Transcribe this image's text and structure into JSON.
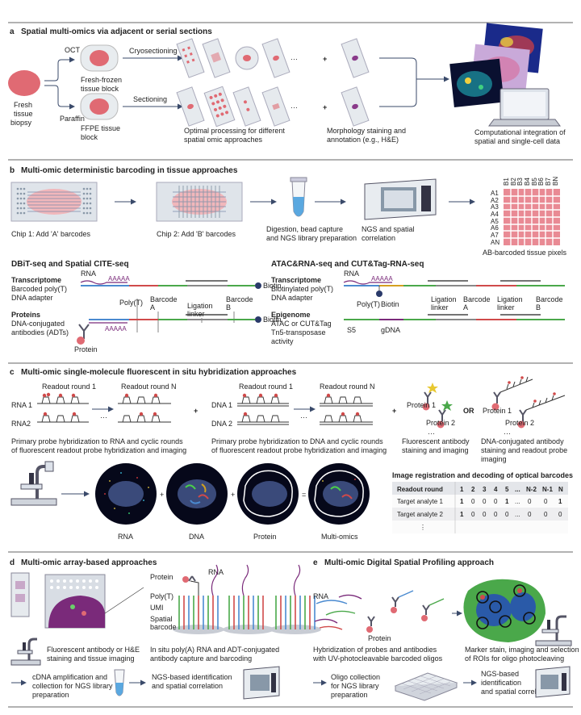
{
  "panel_a": {
    "letter": "a",
    "title": "Spatial multi-omics via adjacent or serial sections",
    "oct": "OCT",
    "paraffin": "Paraffin",
    "fresh_l1": "Fresh",
    "fresh_l2": "tissue",
    "fresh_l3": "biopsy",
    "frozen_l1": "Fresh-frozen",
    "frozen_l2": "tissue block",
    "ffpe_l1": "FFPE tissue",
    "ffpe_l2": "block",
    "cryo": "Cryosectioning",
    "sectioning": "Sectioning",
    "ellipsis": "···",
    "plus": "+",
    "optimal_l1": "Optimal processing for different",
    "optimal_l2": "spatial omic approaches",
    "morph_l1": "Morphology staining and",
    "morph_l2": "annotation (e.g., H&E)",
    "comp_l1": "Computational integration of",
    "comp_l2": "spatial and single-cell data"
  },
  "panel_b": {
    "letter": "b",
    "title": "Multi-omic deterministic barcoding in tissue approaches",
    "chip1": "Chip 1:  Add 'A' barcodes",
    "chip2": "Chip 2:  Add 'B' barcodes",
    "digest_l1": "Digestion, bead capture",
    "digest_l2": "and NGS library preparation",
    "ngs_l1": "NGS and spatial",
    "ngs_l2": "correlation",
    "ab_pixels": "AB-barcoded tissue pixels",
    "grid_cols": [
      "B1",
      "B2",
      "B3",
      "B4",
      "B5",
      "B6",
      "B7",
      "BN"
    ],
    "grid_rows": [
      "A1",
      "A2",
      "A3",
      "A4",
      "A5",
      "A6",
      "A7",
      "AN"
    ],
    "left_title": "DBiT-seq and Spatial CITE-seq",
    "right_title": "ATAC&RNA-seq and  CUT&Tag-RNA-seq",
    "transcriptome": "Transcriptome",
    "barcoded_polyt_l1": "Barcoded poly(T)",
    "barcoded_polyt_l2": "DNA adapter",
    "rna": "RNA",
    "aaaaa": "AAAAA",
    "biotin": "Biotin",
    "polyt": "Poly(T)",
    "barcode_a_l1": "Barcode",
    "barcode_a_l2": "A",
    "ligation_l1": "Ligation",
    "ligation_l2": "linker",
    "barcode_b_l1": "Barcode",
    "barcode_b_l2": "B",
    "proteins": "Proteins",
    "adt_l1": "DNA-conjugated",
    "adt_l2": "antibodies (ADTs)",
    "protein": "Protein",
    "biotinylated_l1": "Biotinylated poly(T)",
    "biotinylated_l2": "DNA adapter",
    "epigenome": "Epigenome",
    "atac_l1": "ATAC or CUT&Tag",
    "atac_l2": "Tn5-transposase",
    "atac_l3": "activity",
    "s5": "S5",
    "gdna": "gDNA"
  },
  "panel_c": {
    "letter": "c",
    "title": "Multi-omic single-molecule fluorescent in situ hybridization approaches",
    "readout1": "Readout round 1",
    "readoutN": "Readout round N",
    "rna1": "RNA 1",
    "rna2": "RNA2",
    "dna1": "DNA 1",
    "dna2": "DNA 2",
    "dots": "···",
    "plus": "+",
    "or": "OR",
    "protein1": "Protein 1",
    "protein2": "Protein 2",
    "rna_cap_l1": "Primary probe hybridization to RNA and cyclic rounds",
    "rna_cap_l2": "of fluorescent readout probe hybridization and imaging",
    "dna_cap_l1": "Primary probe hybridization to DNA and cyclic rounds",
    "dna_cap_l2": "of fluorescent readout probe hybridization and imaging",
    "fab_l1": "Fluorescent antibody",
    "fab_l2": "staining and imaging",
    "dnaab_l1": "DNA-conjugated antibody",
    "dnaab_l2": "staining and readout probe",
    "dnaab_l3": "imaging",
    "circle_rna": "RNA",
    "circle_dna": "DNA",
    "circle_protein": "Protein",
    "circle_multi": "Multi-omics",
    "equals": "=",
    "table_title": "Image registration and decoding of optical barcodes",
    "table_header": [
      "Readout round",
      "1",
      "2",
      "3",
      "4",
      "5",
      "...",
      "N-2",
      "N-1",
      "N"
    ],
    "table_rows": [
      [
        "Target analyte 1",
        "1",
        "0",
        "0",
        "0",
        "1",
        "...",
        "0",
        "0",
        "1"
      ],
      [
        "Target analyte 2",
        "1",
        "0",
        "0",
        "0",
        "0",
        "...",
        "0",
        "0",
        "0"
      ],
      [
        "⋮",
        "",
        "",
        "",
        "",
        "",
        "",
        "",
        "",
        ""
      ]
    ]
  },
  "panel_d": {
    "letter": "d",
    "title": "Multi-omic array-based approaches",
    "protein": "Protein",
    "rna": "RNA",
    "polyt": "Poly(T)",
    "umi": "UMI",
    "spatial_l1": "Spatial",
    "spatial_l2": "barcode",
    "fab_l1": "Fluorescent antibody or H&E",
    "fab_l2": "staining and tissue imaging",
    "insitu_l1": "In situ poly(A) RNA and ADT-conjugated",
    "insitu_l2": "antibody capture and barcoding",
    "cdna_l1": "cDNA amplification and",
    "cdna_l2": "collection for NGS library",
    "cdna_l3": "preparation",
    "ngs_l1": "NGS-based identification",
    "ngs_l2": "and spatial correlation"
  },
  "panel_e": {
    "letter": "e",
    "title": "Multi-omic Digital Spatial Profiling approach",
    "rna": "RNA",
    "protein": "Protein",
    "hyb_l1": "Hybridization of probes and antibodies",
    "hyb_l2": "with  UV-photocleavable barcoded oligos",
    "marker_l1": "Marker stain, imaging and selection",
    "marker_l2": "of ROIs for oligo photocleaving",
    "oligo_l1": "Oligo collection",
    "oligo_l2": "for NGS library",
    "oligo_l3": "preparation",
    "ngs_l1": "NGS-based",
    "ngs_l2": "identification",
    "ngs_l3": "and spatial correlation"
  },
  "colors": {
    "tissue": "#e06a73",
    "tissue_light": "#f1b7bb",
    "arrow": "#3a4a6a",
    "slide": "#e6eaee",
    "barcode_green": "#4aa84a",
    "barcode_blue": "#4a8ad0",
    "barcode_red": "#d04a4a",
    "purple": "#7a2a7a",
    "biotin": "#2a3a6a"
  }
}
